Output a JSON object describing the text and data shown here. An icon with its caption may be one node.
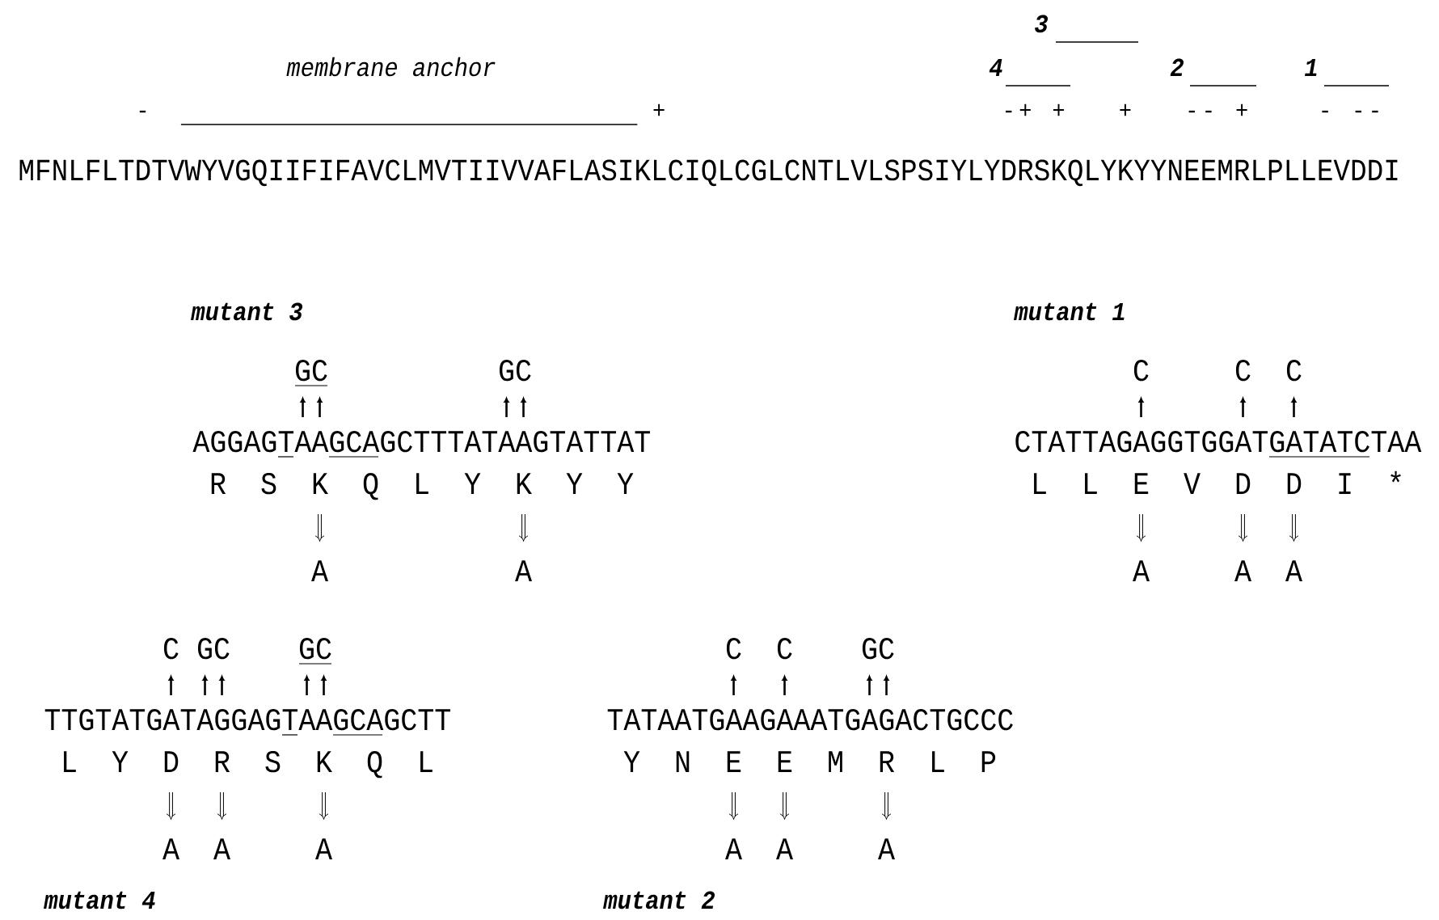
{
  "diagram": {
    "labels": [
      "membrane anchor",
      "3",
      "4",
      "2",
      "1",
      "-",
      "+",
      "-",
      "+",
      "+",
      "+",
      "-",
      "-",
      "+",
      "-",
      "-",
      "-",
      "MFNLFLTDTVWYVGQIIFIFAVCLMVTIIVVAFLASIKLCIQLCGLCNTLVLSPSIYLYDRSKQLYKYYNEEMRLPLLEVDDI",
      "mutant 3",
      "GC",
      "GC",
      "AGGAGTAAGCAGCTTTATAAGTATTAT",
      "R",
      "S",
      "K",
      "Q",
      "L",
      "Y",
      "K",
      "Y",
      "Y",
      "A",
      "A",
      "mutant 1",
      "C",
      "C",
      "C",
      "CTATTAGAGGTGGATGATATCTAA",
      "L",
      "L",
      "E",
      "V",
      "D",
      "D",
      "I",
      "*",
      "A",
      "A",
      "A",
      "C",
      "GC",
      "GC",
      "TTGTATGATAGGAGTAAGCAGCTT",
      "L",
      "Y",
      "D",
      "R",
      "S",
      "K",
      "Q",
      "L",
      "A",
      "A",
      "A",
      "mutant 4",
      "C",
      "C",
      "GC",
      "TATAATGAAGAAATGAGACTGCCC",
      "Y",
      "N",
      "E",
      "E",
      "M",
      "R",
      "L",
      "P",
      "A",
      "A",
      "A",
      "mutant 2"
    ]
  }
}
